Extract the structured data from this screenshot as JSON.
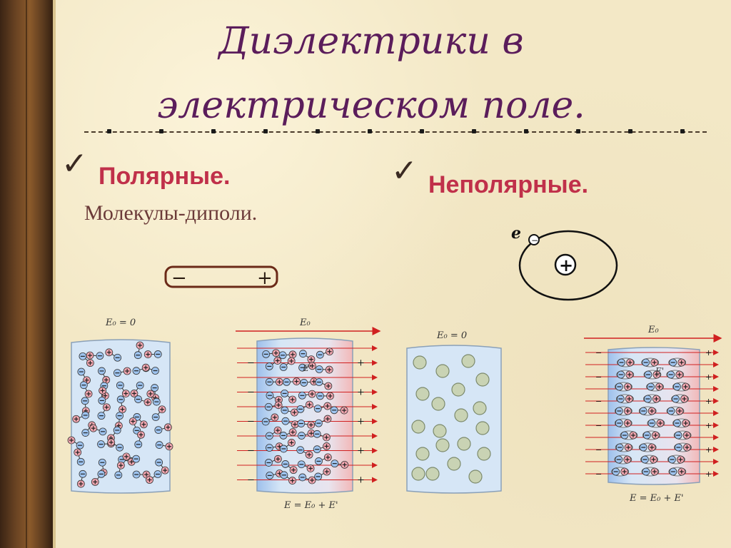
{
  "title": {
    "line1": "Диэлектрики в",
    "line2": "электрическом поле."
  },
  "polar": {
    "heading": "Полярные.",
    "subtext": "Молекулы-диполи.",
    "dipole_minus": "−",
    "dipole_plus": "+"
  },
  "nonpolar": {
    "heading": "Неполярные.",
    "electron_label": "e",
    "electron_charge": "−",
    "nucleus_charge": "+"
  },
  "figures": {
    "polar_no_field_label": "E₀ = 0",
    "polar_field_label": "E₀",
    "polar_field_inner_label": "E'",
    "polar_field_formula": "E = E₀ + E'",
    "nonpolar_no_field_label": "E₀ = 0",
    "nonpolar_field_label": "E₀",
    "nonpolar_field_inner_label": "E'",
    "nonpolar_field_formula": "E = E₀ + E'"
  },
  "colors": {
    "title": "#5b1d5b",
    "heading": "#c0304a",
    "field_line": "#d02020",
    "dielectric": "#d6e6f6",
    "atom_fill": "#c9d3b4"
  }
}
